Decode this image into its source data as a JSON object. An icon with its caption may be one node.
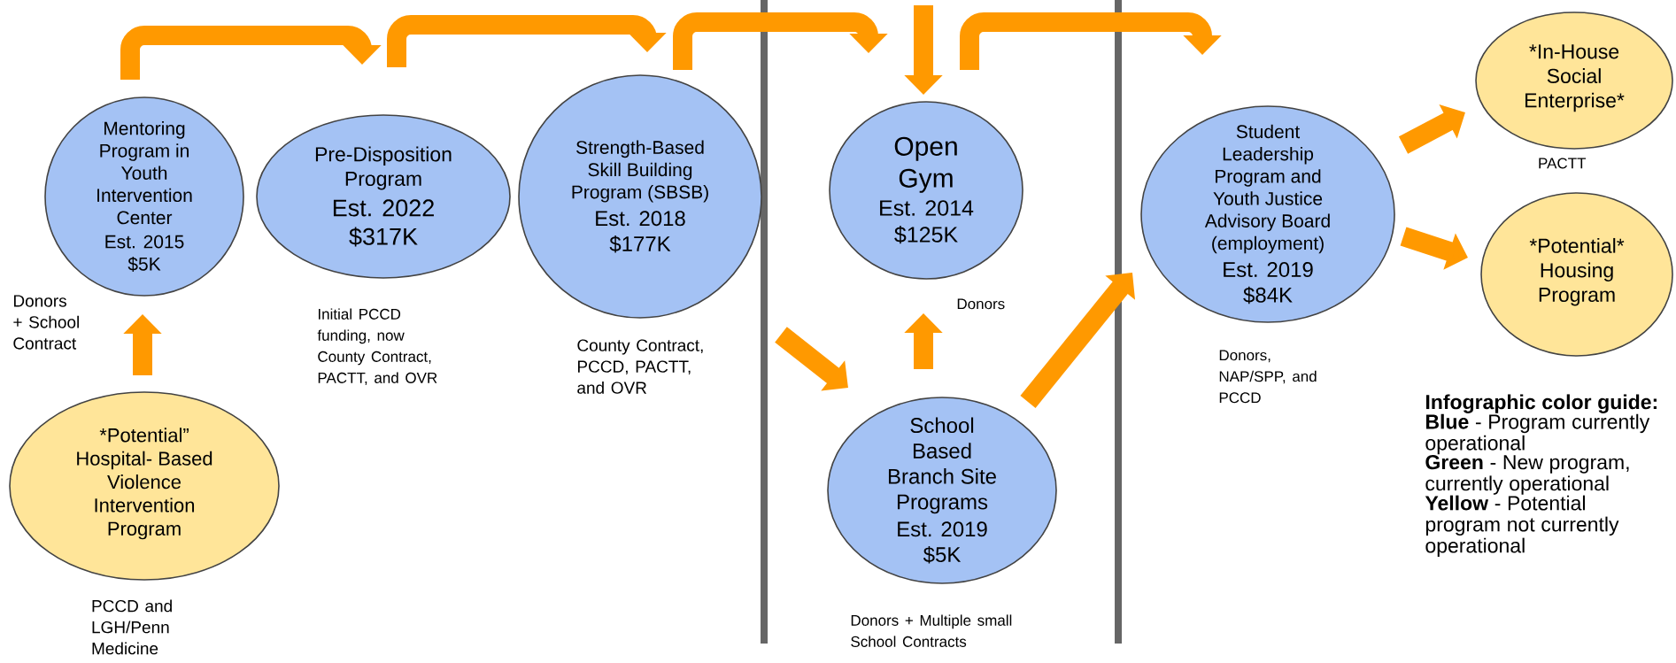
{
  "diagram": {
    "nodes": [
      {
        "text": [
          "Mentoring Program in Youth Intervention Center",
          "Est. 2015",
          "$5K"
        ],
        "beside": [
          "Donors + School Contract"
        ]
      },
      {
        "text": [
          "Pre-Disposition Program",
          "Est. 2022",
          "$317K"
        ],
        "beside": [
          "Initial PCCD funding, now County Contract, PACTT, and OVR"
        ]
      },
      {
        "text": [
          "Strength-Based Skill Building Program (SBSB)",
          "Est. 2018",
          "$177K"
        ],
        "beside": [
          "County Contract, PCCD, PACTT, and OVR"
        ]
      },
      {
        "text": [
          "Open Gym",
          "Est. 2014",
          "$125K"
        ],
        "beside": [
          "Donors"
        ]
      },
      {
        "text": [
          "Student Leadership Program and Youth Justice Advisory Board (employment)",
          "Est. 2019",
          "$84K"
        ],
        "beside": [
          "Donors, NAP/SPP, and PCCD"
        ]
      },
      {
        "text": [
          "*In-House Social Enterprise*"
        ],
        "beside": [
          "PACTT"
        ]
      },
      {
        "text": [
          "*Potential* Housing Program"
        ]
      },
      {
        "text": [
          "*Potential” Hospital- Based Violence Intervention Program"
        ],
        "beside": [
          "PCCD and LGH/Penn Medicine"
        ]
      },
      {
        "text": [
          "School Based Branch Site Programs",
          "Est. 2019",
          "$5K"
        ],
        "beside": [
          "Donors + Multiple small School Contracts"
        ]
      }
    ],
    "edges": [
      {
        "from": 0,
        "to": 1,
        "arrow": "to"
      },
      {
        "from": 1,
        "to": 2,
        "arrow": "to"
      },
      {
        "from": 2,
        "to": 3,
        "arrow": "to"
      },
      {
        "from": null,
        "to": 3,
        "arrow": "to"
      },
      {
        "from": 3,
        "to": 4,
        "arrow": "to"
      },
      {
        "from": 7,
        "to": 0,
        "arrow": "to"
      },
      {
        "from": 2,
        "to": 8,
        "arrow": "to"
      },
      {
        "from": 8,
        "to": 3,
        "arrow": "to"
      },
      {
        "from": 8,
        "to": 4,
        "arrow": "to"
      },
      {
        "from": 4,
        "to": 5,
        "arrow": "to"
      },
      {
        "from": 4,
        "to": 6,
        "arrow": "to"
      }
    ],
    "labels": [
      "Infographic color guide:",
      "**Blue** - Program currently operational",
      "**Green** - New program, currently operational",
      "**Yellow** - Potential program not currently operational"
    ]
  }
}
